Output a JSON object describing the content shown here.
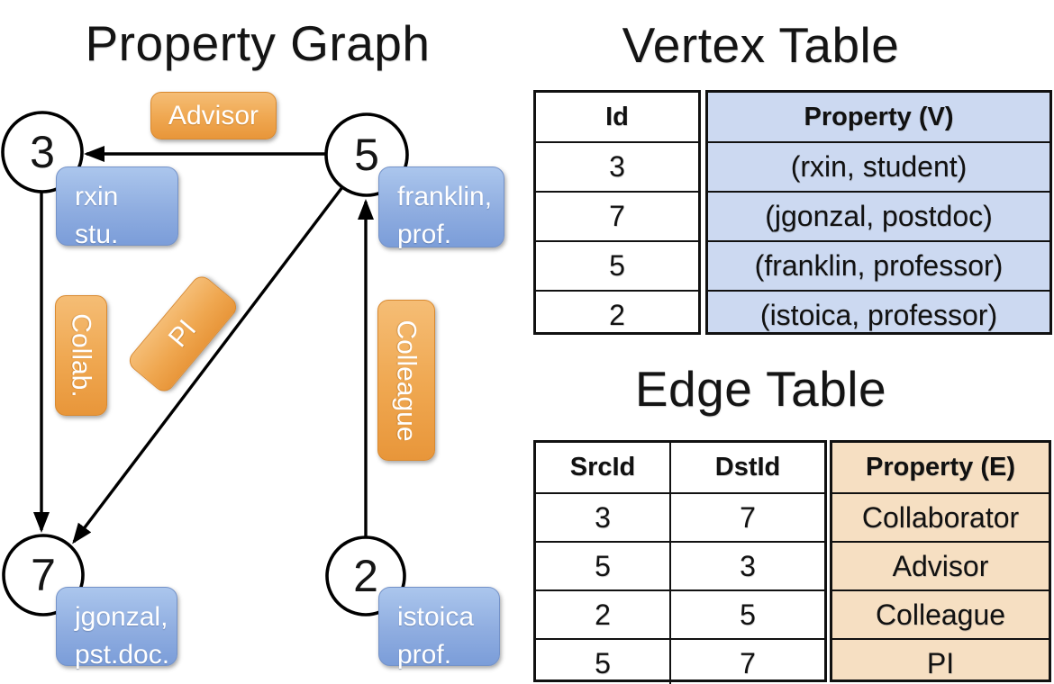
{
  "graph": {
    "title": "Property Graph",
    "nodes": [
      {
        "id": "3",
        "label_line1": "rxin",
        "label_line2": "stu."
      },
      {
        "id": "5",
        "label_line1": "franklin,",
        "label_line2": "prof."
      },
      {
        "id": "7",
        "label_line1": "jgonzal,",
        "label_line2": "pst.doc."
      },
      {
        "id": "2",
        "label_line1": "istoica",
        "label_line2": "prof."
      }
    ],
    "edge_labels": {
      "advisor": "Advisor",
      "collab": "Collab.",
      "pi": "PI",
      "colleague": "Colleague"
    }
  },
  "vertex_table": {
    "title": "Vertex Table",
    "headers": {
      "id": "Id",
      "property": "Property (V)"
    },
    "rows": [
      {
        "id": "3",
        "property": "(rxin, student)"
      },
      {
        "id": "7",
        "property": "(jgonzal, postdoc)"
      },
      {
        "id": "5",
        "property": "(franklin, professor)"
      },
      {
        "id": "2",
        "property": "(istoica, professor)"
      }
    ]
  },
  "edge_table": {
    "title": "Edge Table",
    "headers": {
      "src": "SrcId",
      "dst": "DstId",
      "property": "Property (E)"
    },
    "rows": [
      {
        "src": "3",
        "dst": "7",
        "property": "Collaborator"
      },
      {
        "src": "5",
        "dst": "3",
        "property": "Advisor"
      },
      {
        "src": "2",
        "dst": "5",
        "property": "Colleague"
      },
      {
        "src": "5",
        "dst": "7",
        "property": "PI"
      }
    ]
  },
  "colors": {
    "edge_label_orange_top": "#f5bd75",
    "edge_label_orange_bottom": "#e8963a",
    "vertex_label_blue_top": "#abc6ed",
    "vertex_label_blue_bottom": "#7b9dd9",
    "vertex_property_fill": "#ccd9f1",
    "edge_property_fill": "#f6dfc2",
    "line_color": "#000000"
  }
}
